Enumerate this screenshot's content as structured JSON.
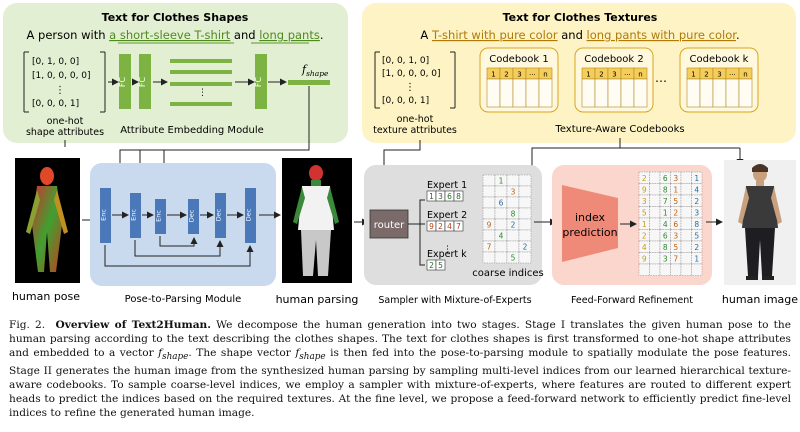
{
  "shapes_panel": {
    "title": "Text for Clothes Shapes",
    "sentence_pre": "A person with ",
    "phrase1": "a short-sleeve T-shirt",
    "sentence_mid": " and ",
    "phrase2": "long pants",
    "sentence_end": ".",
    "onehot_rows": [
      "[0, 1, 0, 0]",
      "[1, 0, 0, 0, 0]",
      "[0, 0, 0, 1]"
    ],
    "onehot_ellipsis": "⋮",
    "onehot_label_line1": "one-hot",
    "onehot_label_line2": "shape attributes",
    "fc_label": "FC",
    "fshape_label": "f",
    "fshape_sub": "shape",
    "module_label": "Attribute Embedding Module"
  },
  "textures_panel": {
    "title": "Text for Clothes Textures",
    "sentence_pre": "A ",
    "phrase1": "T-shirt with pure color",
    "sentence_mid": " and ",
    "phrase2": "long pants with pure color",
    "sentence_end": ".",
    "onehot_rows": [
      "[0, 0, 1, 0]",
      "[1, 0, 0, 0, 0]",
      "[0, 0, 0, 1]"
    ],
    "onehot_ellipsis": "⋮",
    "onehot_label_line1": "one-hot",
    "onehot_label_line2": "texture attributes",
    "codebooks": [
      {
        "name": "Codebook 1",
        "cells": [
          "1",
          "2",
          "3",
          "⋯",
          "n"
        ]
      },
      {
        "name": "Codebook 2",
        "cells": [
          "1",
          "2",
          "3",
          "⋯",
          "n"
        ]
      },
      {
        "name": "Codebook k",
        "cells": [
          "1",
          "2",
          "3",
          "⋯",
          "n"
        ]
      }
    ],
    "codebook_dots": "⋯",
    "module_label": "Texture-Aware Codebooks"
  },
  "pipeline": {
    "human_pose_label": "human pose",
    "parsing_module_label": "Pose-to-Parsing Module",
    "enc_label": "Enc",
    "dec_label": "Dec",
    "human_parsing_label": "human parsing",
    "router_label": "router",
    "experts": [
      {
        "name": "Expert 1",
        "digits": [
          "1",
          "3",
          "6",
          "8"
        ]
      },
      {
        "name": "Expert 2",
        "digits": [
          "9",
          "2",
          "4",
          "7"
        ]
      },
      {
        "name": "Expert k",
        "digits": [
          "2",
          "5"
        ]
      }
    ],
    "expert_dots": "⋮",
    "coarse_label": "coarse indices",
    "coarse_grid": [
      "1",
      "3",
      "6",
      "8",
      "9",
      "2",
      "4",
      "7",
      "2",
      "5"
    ],
    "sampler_label": "Sampler with Mixture-of-Experts",
    "index_pred_line1": "index",
    "index_pred_line2": "prediction",
    "fine_grid": [
      "2",
      "6",
      "3",
      "1",
      "9",
      "8",
      "1",
      "4",
      "3",
      "7",
      "5",
      "2",
      "5",
      "1",
      "2",
      "3",
      "1",
      "4",
      "6",
      "8",
      "2",
      "6",
      "3",
      "5",
      "4",
      "8",
      "5",
      "2",
      "9",
      "3",
      "7",
      "1"
    ],
    "refine_label": "Feed-Forward Refinement",
    "human_image_label": "human image"
  },
  "caption": {
    "fig_num": "Fig. 2.",
    "bold_title": "Overview of Text2Human.",
    "text_part1": " We decompose the human generation into two stages. Stage I translates the given human pose to the human parsing according to the text describing the clothes shapes. The text for clothes shapes is first transformed to one-hot shape attributes and embedded to a vector ",
    "fshape_symbol": "f",
    "fshape_sub": "shape",
    "text_part2": ". The shape vector ",
    "text_part3": " is then fed into the pose-to-parsing module to spatially modulate the pose features. Stage II generates the human image from the synthesized human parsing by sampling multi-level indices from our learned hierarchical texture-aware codebooks. To sample coarse-level indices, we employ a sampler with mixture-of-experts, where features are routed to different expert heads to predict the indices based on the required textures. At the fine level, we propose a feed-forward network to efficiently predict fine-level indices to refine the generated human image."
  },
  "colors": {
    "shape_panel_bg": "#e3efd2",
    "texture_panel_bg": "#fdf3c4",
    "parsing_bg": "#c9d9ee",
    "sampler_bg": "#dedede",
    "refine_bg": "#fbd6cc",
    "fc_block": "#7cb342",
    "enc_dec_block": "#4a78b8",
    "router_block": "#7a6a6a",
    "index_pred_block": "#f08a78",
    "codebook_cell": "#f5cd5a",
    "underline_green": "#5a9a2a",
    "underline_orange": "#c48a10"
  }
}
